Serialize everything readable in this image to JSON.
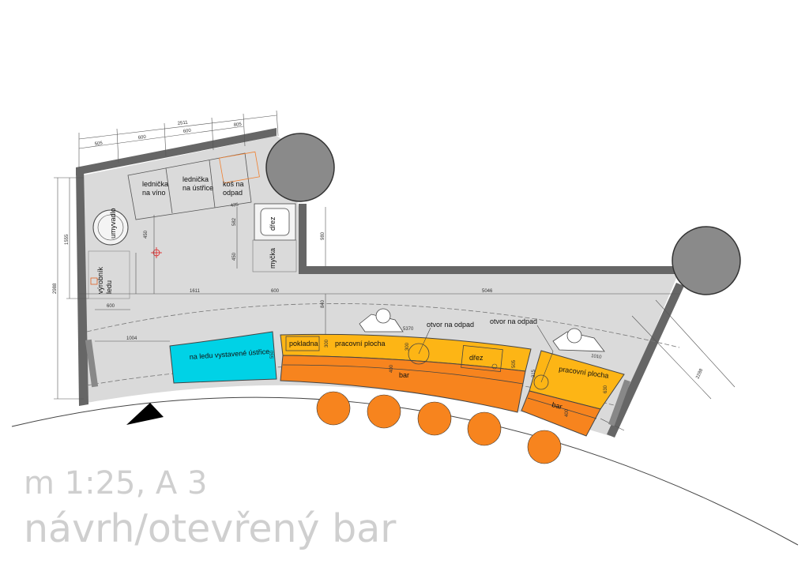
{
  "labels": {
    "wine_fridge": [
      "lednička",
      "na víno"
    ],
    "oyster_fridge": [
      "lednička",
      "na ústřice"
    ],
    "waste_bin": [
      "koš na",
      "odpad"
    ],
    "washbasin": "umyvadlo",
    "ice_maker": [
      "výrobník",
      "ledu"
    ],
    "sink_small": "dřez",
    "dishwasher": "myčka",
    "oyster_display": "na ledu vystavené ústřice",
    "cash_register": "pokladna",
    "work_surface_1": "pracovní plocha",
    "work_surface_2": "pracovní plocha",
    "sink_main": "dřez",
    "bar_1": "bar",
    "bar_2": "bar",
    "waste_opening_1": "otvor na odpad",
    "waste_opening_2": "otvor na odpad"
  },
  "dimensions": {
    "top_total": "2511",
    "top_505": "505",
    "top_600a": "600",
    "top_600b": "600",
    "top_805": "805",
    "left_1555": "1555",
    "left_2988": "2988",
    "d450a": "450",
    "d450b": "450",
    "d600_left": "600",
    "d1611": "1611",
    "d600_mid": "600",
    "d5046": "5046",
    "d435": "435",
    "d582": "582",
    "d980": "980",
    "d840": "840",
    "d1004": "1004",
    "d5370": "5370",
    "d1010": "1010",
    "d2288": "2288",
    "d300a": "300",
    "d300b": "300",
    "d400a": "400",
    "d400b": "400",
    "d505": "505",
    "d630": "630",
    "d550": "550",
    "d315": "315"
  },
  "caption": {
    "scale": "m 1:25, A 3",
    "title": "návrh/otevřený bar"
  },
  "colors": {
    "floor": "#dadada",
    "wall": "#666666",
    "column": "#8a8a8a",
    "work_surface": "#fdb515",
    "bar": "#f7841e",
    "stool": "#f7841e",
    "oyster_display": "#00d2e6",
    "caption": "#cfcfcf"
  },
  "stool_count": 5
}
